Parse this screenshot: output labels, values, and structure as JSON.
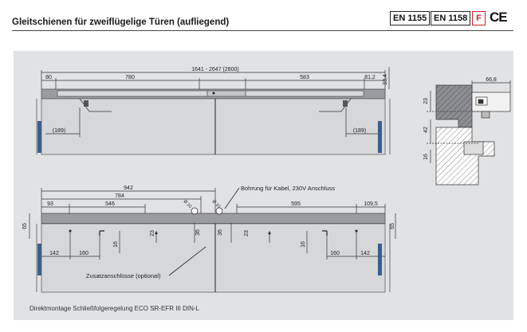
{
  "header": {
    "title": "Gleitschienen für zweiflügelige Türen (aufliegend)",
    "badges": [
      "EN 1155",
      "EN 1158",
      "F"
    ],
    "ce_mark": "CE",
    "accent_red": "#d0202a"
  },
  "top_drawing": {
    "overall": "1641 - 2647 (2800)",
    "dims": [
      "80",
      "780",
      "583",
      "81,2",
      "33,4"
    ],
    "left_ref": "(189)",
    "right_ref": "(189)"
  },
  "section": {
    "width": "66,8",
    "dims": [
      "23",
      "42",
      "16"
    ]
  },
  "bottom_drawing": {
    "dim_942": "942",
    "dim_784": "784",
    "dim_93": "93",
    "dim_546": "546",
    "dim_595": "595",
    "dim_1095": "109,5",
    "cable_note": "Bohrung für Kabel, 230V Anschluss",
    "hole_dia": "Ø 10",
    "left_dims": [
      "65",
      "142",
      "160",
      "16",
      "23",
      "36"
    ],
    "right_dims": [
      "36",
      "23",
      "16",
      "160",
      "142",
      "65"
    ],
    "aux_note": "Zusatzanschlüsse (optional)"
  },
  "caption": "Direktmontage Schließfolgeregelung ECO SR-EFR III DIN-L",
  "colors": {
    "panel": "#e1e2e4",
    "rail": "#9a9ca0",
    "hinge_blue": "#3a5f8c"
  }
}
